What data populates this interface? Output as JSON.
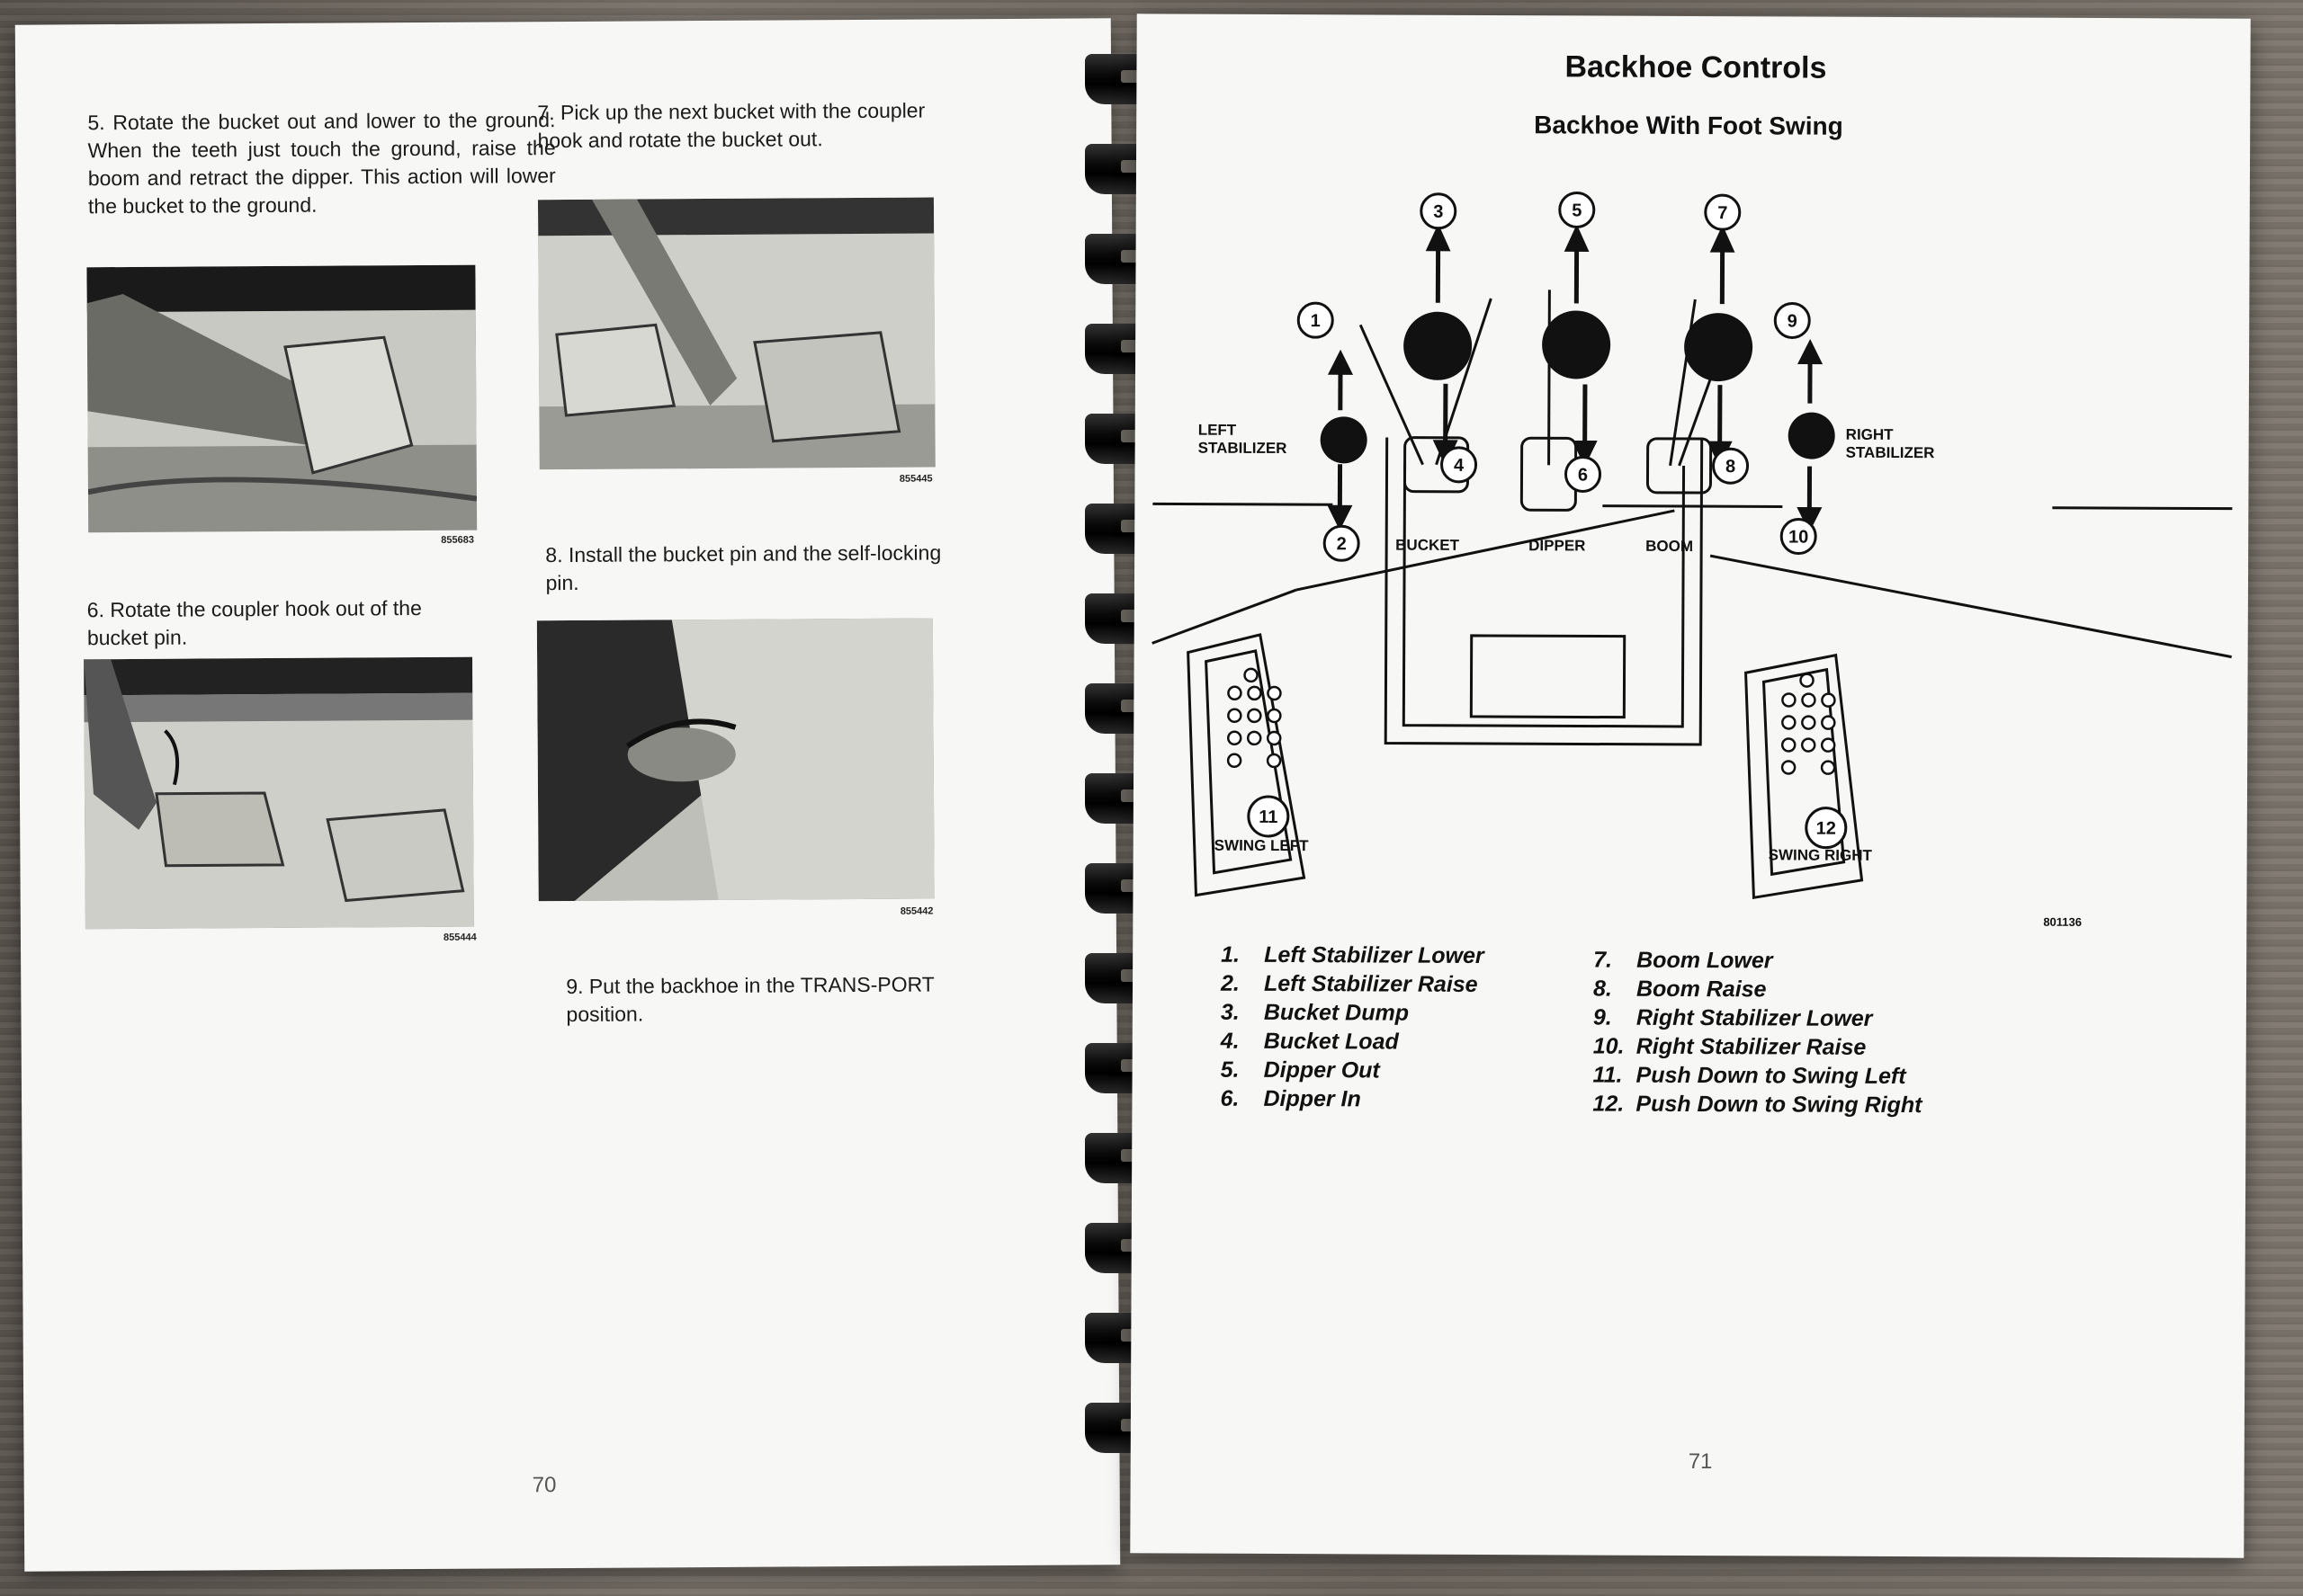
{
  "left_page": {
    "step5": "5.  Rotate the bucket out and lower to the ground. When the teeth just touch the ground, raise the boom and retract the dipper. This action will lower the bucket to the ground.",
    "photo1_code": "855683",
    "step6": "6.  Rotate the coupler hook out of the bucket pin.",
    "photo2_code": "855444",
    "step7": "7.  Pick up the next bucket with the coupler hook and rotate the bucket out.",
    "photo3_code": "855445",
    "step8": "8.  Install the bucket pin and the self-locking pin.",
    "photo4_code": "855442",
    "step9": "9.  Put the backhoe in the TRANS-PORT position.",
    "page_number": "70"
  },
  "right_page": {
    "title": "Backhoe Controls",
    "subtitle": "Backhoe With Foot Swing",
    "diagram": {
      "labels": {
        "left_stabilizer_1": "LEFT",
        "left_stabilizer_2": "STABILIZER",
        "right_stabilizer_1": "RIGHT",
        "right_stabilizer_2": "STABILIZER",
        "bucket": "BUCKET",
        "dipper": "DIPPER",
        "boom": "BOOM",
        "swing_left": "SWING LEFT",
        "swing_right": "SWING RIGHT",
        "code": "801136"
      },
      "numbers": [
        "1",
        "2",
        "3",
        "4",
        "5",
        "6",
        "7",
        "8",
        "9",
        "10",
        "11",
        "12"
      ]
    },
    "legend_left": [
      {
        "n": "1.",
        "t": "Left Stabilizer Lower"
      },
      {
        "n": "2.",
        "t": "Left Stabilizer Raise"
      },
      {
        "n": "3.",
        "t": "Bucket Dump"
      },
      {
        "n": "4.",
        "t": "Bucket Load"
      },
      {
        "n": "5.",
        "t": "Dipper Out"
      },
      {
        "n": "6.",
        "t": "Dipper In"
      }
    ],
    "legend_right": [
      {
        "n": "7.",
        "t": "Boom Lower"
      },
      {
        "n": "8.",
        "t": "Boom Raise"
      },
      {
        "n": "9.",
        "t": "Right Stabilizer Lower"
      },
      {
        "n": "10.",
        "t": "Right Stabilizer Raise"
      },
      {
        "n": "11.",
        "t": "Push Down to Swing Left"
      },
      {
        "n": "12.",
        "t": "Push Down to Swing Right"
      }
    ],
    "page_number": "71"
  },
  "colors": {
    "paper": "#f7f7f5",
    "ink": "#111111",
    "background": "#6f6860"
  }
}
